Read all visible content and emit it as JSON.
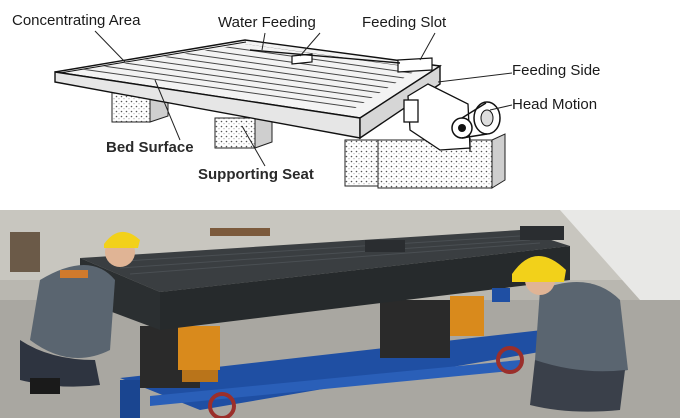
{
  "diagram": {
    "labels": {
      "concentrating_area": "Concentrating Area",
      "water_feeding": "Water Feeding",
      "feeding_slot": "Feeding Slot",
      "feeding_side": "Feeding Side",
      "head_motion": "Head Motion",
      "bed_surface": "Bed Surface",
      "supporting_seat": "Supporting Seat"
    }
  },
  "colors": {
    "machine_bed": "#2b2f31",
    "frame_blue": "#1f4fa3",
    "gearbox_orange": "#d98a1c",
    "hard_hat_yellow": "#f2d11a",
    "workwear_gray": "#5a6570"
  }
}
